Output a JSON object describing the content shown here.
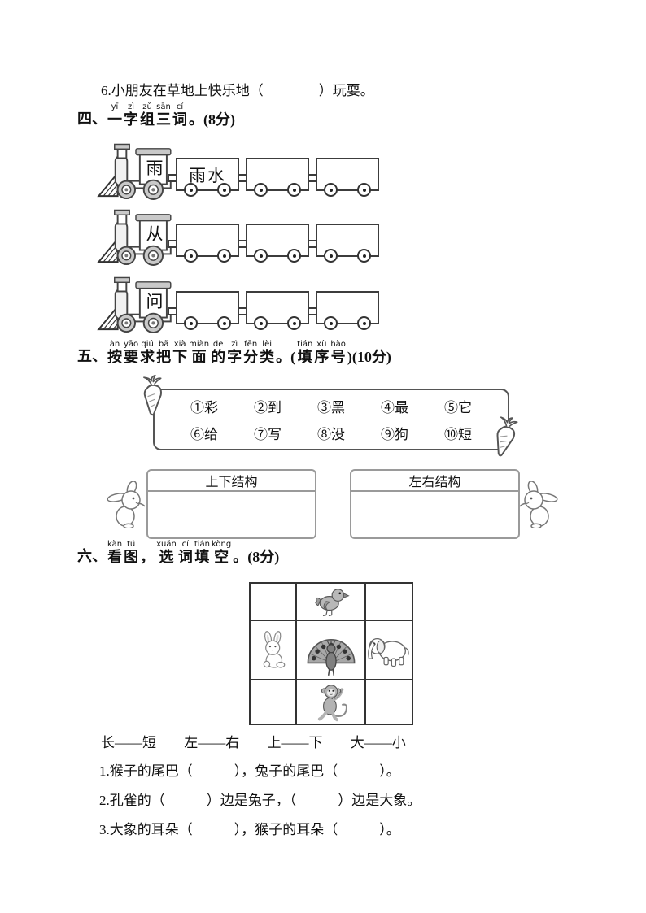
{
  "intro": {
    "question6": "6.小朋友在草地上快乐地（　　　　）玩耍。"
  },
  "section4": {
    "number": "四、",
    "title": [
      {
        "c": "一",
        "p": "yī"
      },
      {
        "c": "字",
        "p": "zì"
      },
      {
        "c": "组",
        "p": "zǔ"
      },
      {
        "c": "三",
        "p": "sān"
      },
      {
        "c": "词",
        "p": "cí"
      },
      {
        "c": "。(8分)",
        "p": ""
      }
    ],
    "trains": [
      {
        "engine": "雨",
        "cars": [
          "雨水",
          "",
          ""
        ]
      },
      {
        "engine": "从",
        "cars": [
          "",
          "",
          ""
        ]
      },
      {
        "engine": "问",
        "cars": [
          "",
          "",
          ""
        ]
      }
    ]
  },
  "section5": {
    "number": "五、",
    "title": [
      {
        "c": "按",
        "p": "àn"
      },
      {
        "c": "要",
        "p": "yāo"
      },
      {
        "c": "求",
        "p": "qiú"
      },
      {
        "c": "把",
        "p": "bǎ"
      },
      {
        "c": "下",
        "p": "xià"
      },
      {
        "c": "面",
        "p": "miàn"
      },
      {
        "c": "的",
        "p": "de"
      },
      {
        "c": "字",
        "p": "zì"
      },
      {
        "c": "分",
        "p": "fēn"
      },
      {
        "c": "类",
        "p": "lèi"
      },
      {
        "c": "。(",
        "p": ""
      },
      {
        "c": "填",
        "p": "tián"
      },
      {
        "c": "序",
        "p": "xù"
      },
      {
        "c": "号",
        "p": "hào"
      },
      {
        "c": ")(10分)",
        "p": ""
      }
    ],
    "char_rows": [
      [
        "①彩",
        "②到",
        "③黑",
        "④最",
        "⑤它"
      ],
      [
        "⑥给",
        "⑦写",
        "⑧没",
        "⑨狗",
        "⑩短"
      ]
    ],
    "boxes": [
      {
        "label": "上下结构"
      },
      {
        "label": "左右结构"
      }
    ]
  },
  "section6": {
    "number": "六、",
    "title": [
      {
        "c": "看",
        "p": "kàn"
      },
      {
        "c": "图",
        "p": "tú"
      },
      {
        "c": "，",
        "p": ""
      },
      {
        "c": "选",
        "p": "xuǎn"
      },
      {
        "c": "词",
        "p": "cí"
      },
      {
        "c": "填",
        "p": "tián"
      },
      {
        "c": "空",
        "p": "kòng"
      },
      {
        "c": "。(8分)",
        "p": ""
      }
    ],
    "grid": [
      [
        "",
        "bird",
        ""
      ],
      [
        "rabbit",
        "peacock",
        "elephant"
      ],
      [
        "",
        "monkey",
        ""
      ]
    ],
    "word_pairs": [
      "长——短",
      "左——右",
      "上——下",
      "大——小"
    ],
    "questions": [
      "1.猴子的尾巴（　　　），兔子的尾巴（　　　）。",
      "2.孔雀的（　　　）边是兔子，（　　　）边是大象。",
      "3.大象的耳朵（　　　），猴子的耳朵（　　　）。"
    ]
  }
}
